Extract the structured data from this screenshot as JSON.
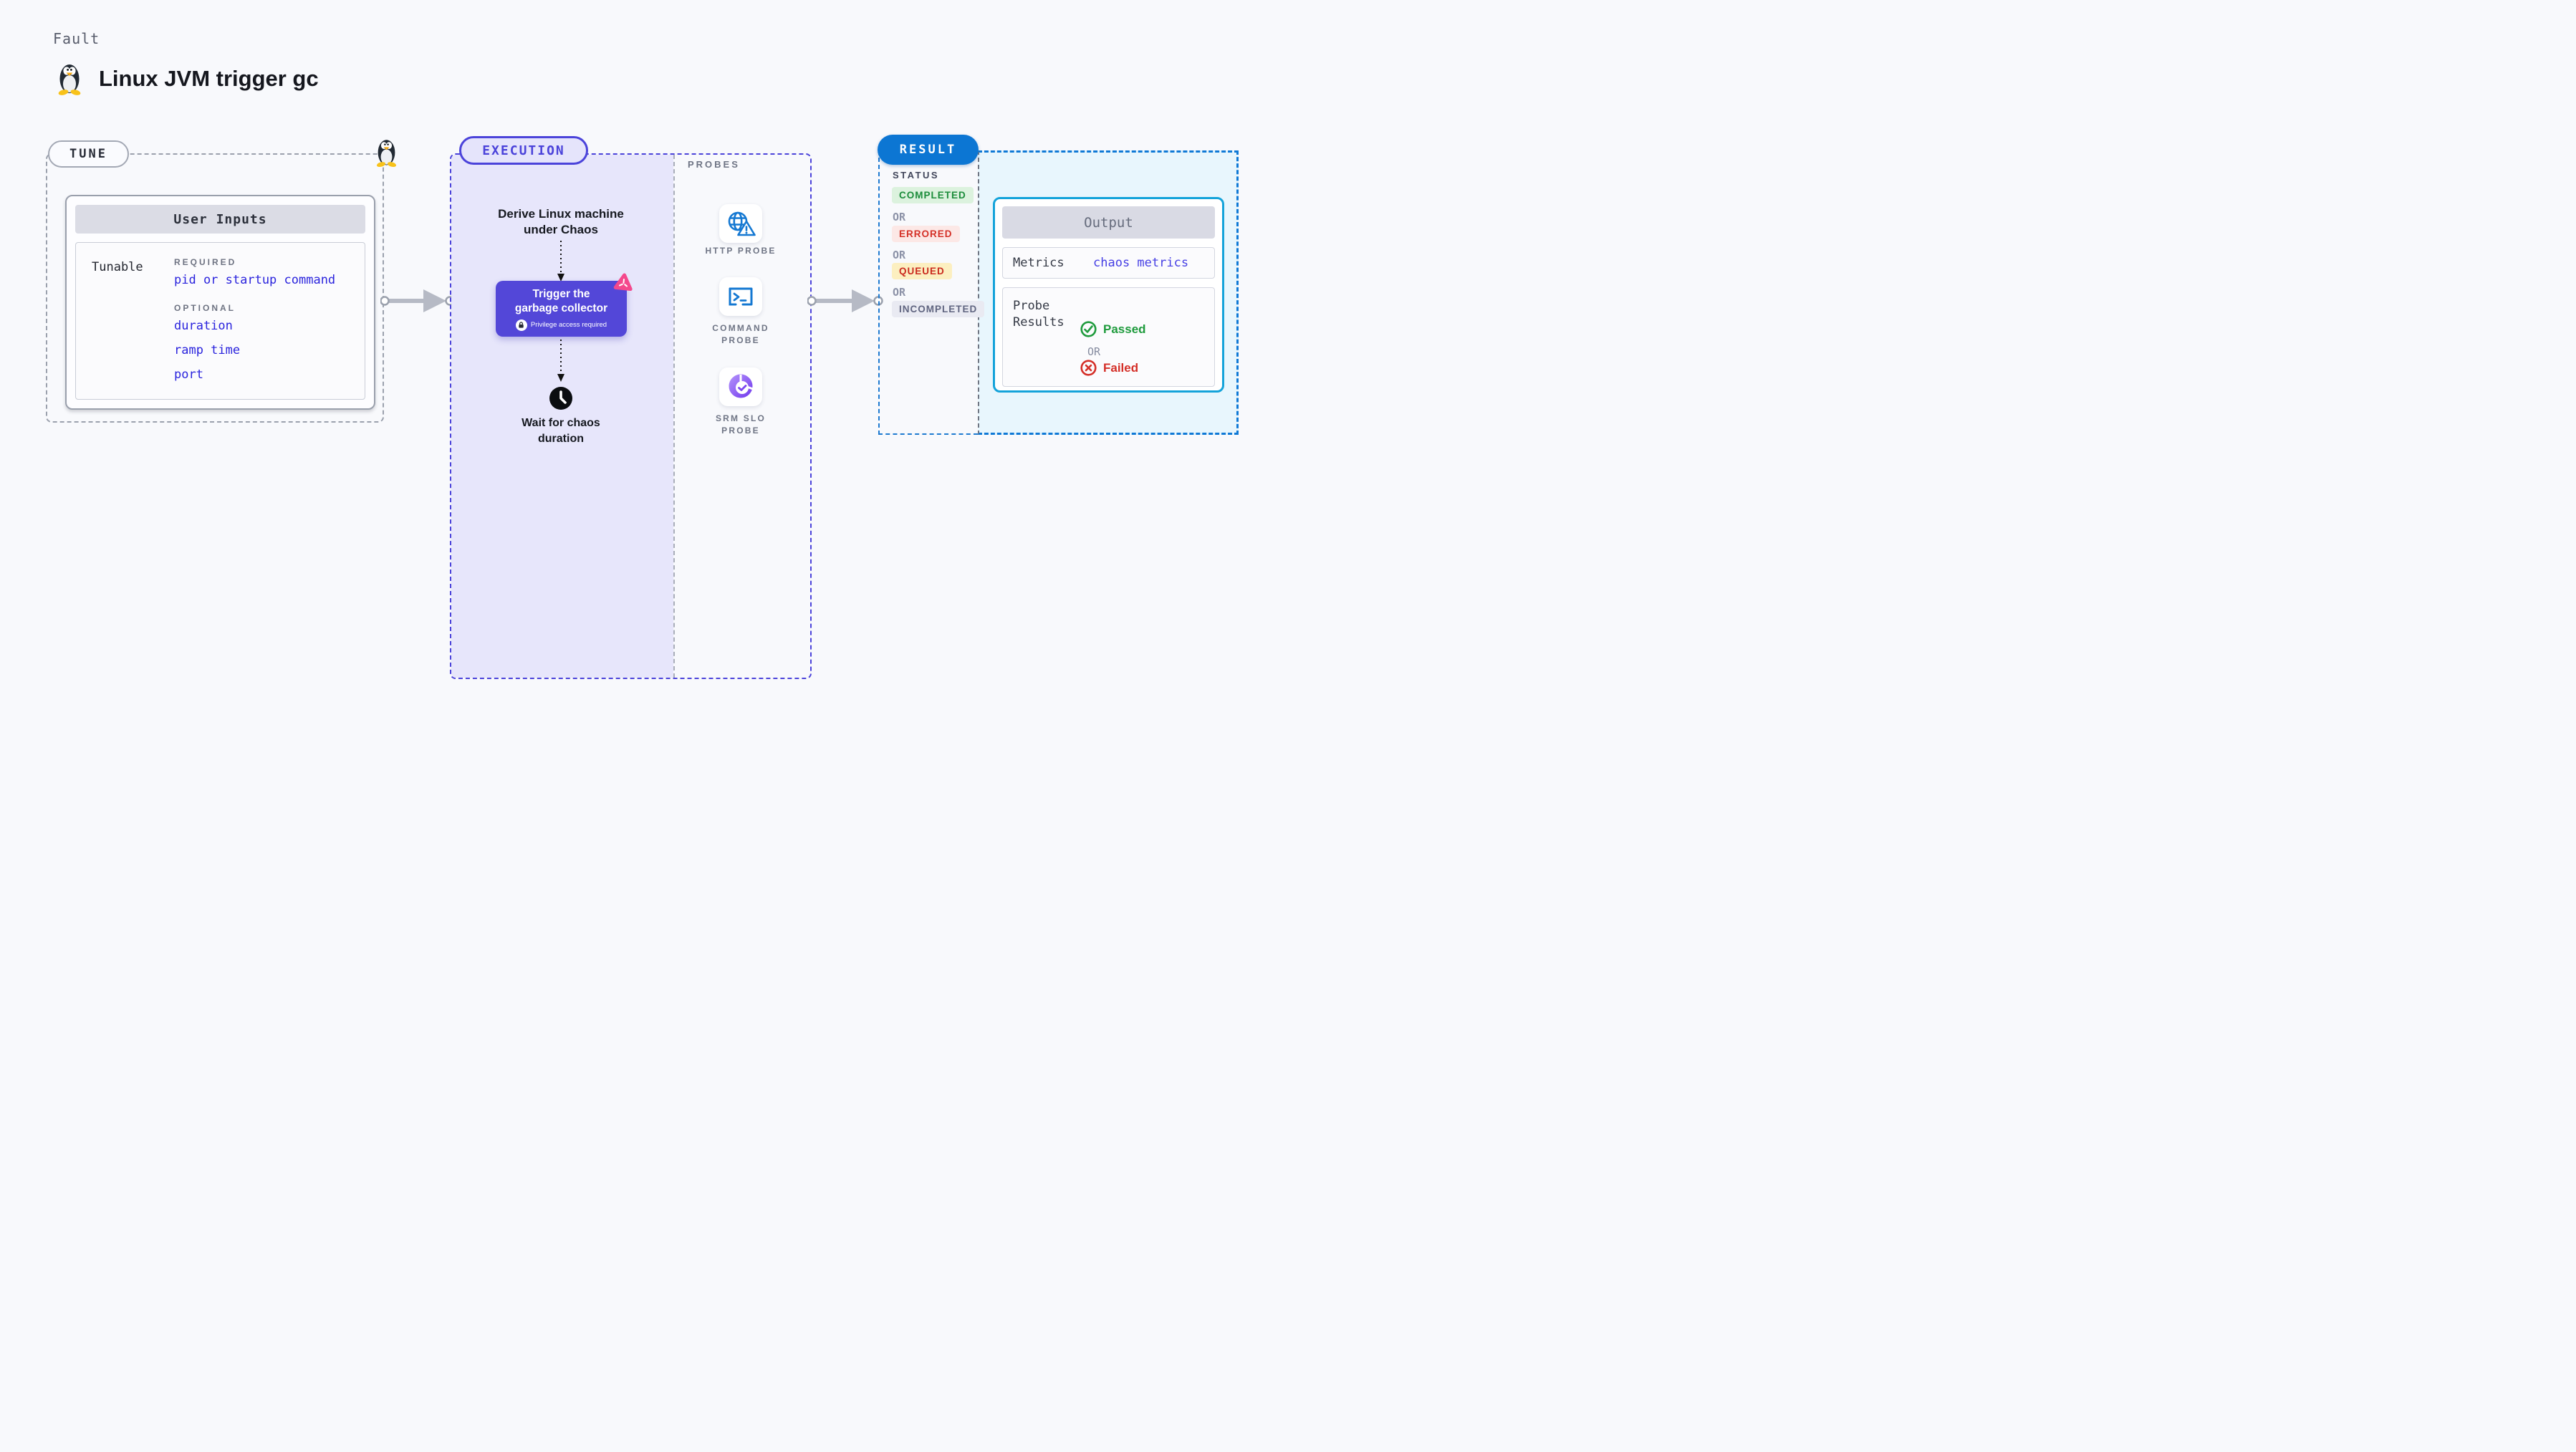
{
  "header": {
    "category_label": "Fault",
    "title": "Linux JVM trigger gc",
    "icon": "tux-penguin-icon"
  },
  "tune": {
    "badge": "TUNE",
    "corner_icon": "tux-penguin-icon",
    "card": {
      "title": "User Inputs",
      "row_label": "Tunable",
      "required_label": "REQUIRED",
      "required_items": [
        "pid or startup command"
      ],
      "optional_label": "OPTIONAL",
      "optional_items": [
        "duration",
        "ramp time",
        "port"
      ]
    }
  },
  "execution": {
    "badge": "EXECUTION",
    "derive_line1": "Derive Linux machine",
    "derive_line2": "under Chaos",
    "action": {
      "line1": "Trigger the",
      "line2": "garbage collector",
      "privilege_note": "Privilege access required",
      "corner_icon": "chaos-icon",
      "privilege_icon": "lock-icon"
    },
    "wait_icon": "clock-icon",
    "wait_line1": "Wait for chaos",
    "wait_line2": "duration"
  },
  "probes": {
    "label": "PROBES",
    "items": [
      {
        "label": "HTTP PROBE",
        "icon": "globe-alert-icon"
      },
      {
        "label": "COMMAND PROBE",
        "icon": "terminal-icon"
      },
      {
        "label": "SRM SLO PROBE",
        "icon": "slo-donut-check-icon"
      }
    ]
  },
  "result": {
    "badge": "RESULT",
    "status_label": "STATUS",
    "or_label": "OR",
    "statuses": [
      {
        "label": "COMPLETED",
        "text_color": "#1b8c3a",
        "bg_color": "#dcf2de"
      },
      {
        "label": "ERRORED",
        "text_color": "#d43027",
        "bg_color": "#fce8e6"
      },
      {
        "label": "QUEUED",
        "text_color": "#ca2a1e",
        "bg_color": "#fcefc0"
      },
      {
        "label": "INCOMPLETED",
        "text_color": "#606580",
        "bg_color": "#e9eaf2"
      }
    ],
    "output": {
      "title": "Output",
      "metrics_label": "Metrics",
      "metrics_value": "chaos metrics",
      "probe_results_line1": "Probe",
      "probe_results_line2": "Results",
      "passed_label": "Passed",
      "passed_icon": "check-circle-icon",
      "failed_label": "Failed",
      "failed_icon": "x-circle-icon",
      "or_label": "OR"
    }
  },
  "colors": {
    "page_bg": "#f8f9fc",
    "indigo_accent": "#4b43da",
    "lavender_fill": "#e7e6fb",
    "purple_card": "#5347d8",
    "result_blue": "#0c76d3",
    "cyan_border": "#14a3da",
    "cyan_fill": "#e8f6fd",
    "link_blue": "#2a23dd",
    "probe_icon_blue": "#1478d2",
    "srm_purple": "#8b5cf6",
    "passed_green": "#1f9b3d",
    "failed_red": "#d42f28",
    "arrow_gray": "#b6bac5",
    "chaos_pink": "#f4488c"
  }
}
